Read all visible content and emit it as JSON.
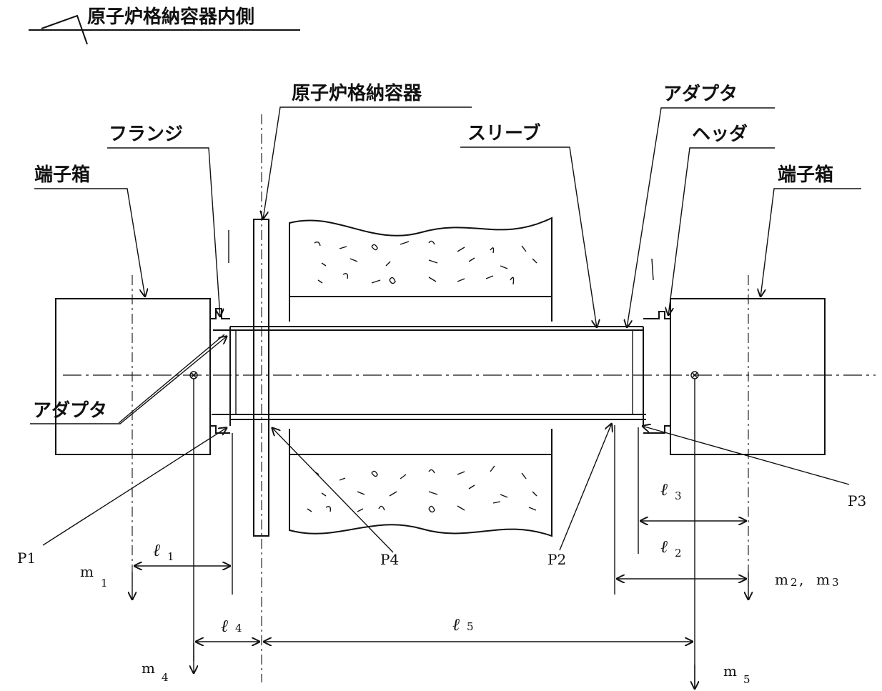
{
  "header": {
    "label": "原子炉格納容器内側"
  },
  "labels": {
    "terminal_box_left": "端子箱",
    "flange": "フランジ",
    "containment": "原子炉格納容器",
    "adapter_top": "アダプタ",
    "sleeve": "スリーブ",
    "header_part": "ヘッダ",
    "terminal_box_right": "端子箱",
    "adapter_left": "アダプタ"
  },
  "points": {
    "p1": "P1",
    "p2": "P2",
    "p3": "P3",
    "p4": "P4"
  },
  "dimensions": {
    "l_symbol": "ℓ",
    "m_symbol": "m",
    "l1": "1",
    "l2": "2",
    "l3": "3",
    "l4": "4",
    "l5": "5",
    "m1": "1",
    "m4": "4",
    "m5": "5",
    "m23_sub_a": "2",
    "m23_sep": ",",
    "m23_sub_b": "3"
  },
  "colors": {
    "line": "#111111",
    "background": "#ffffff"
  }
}
